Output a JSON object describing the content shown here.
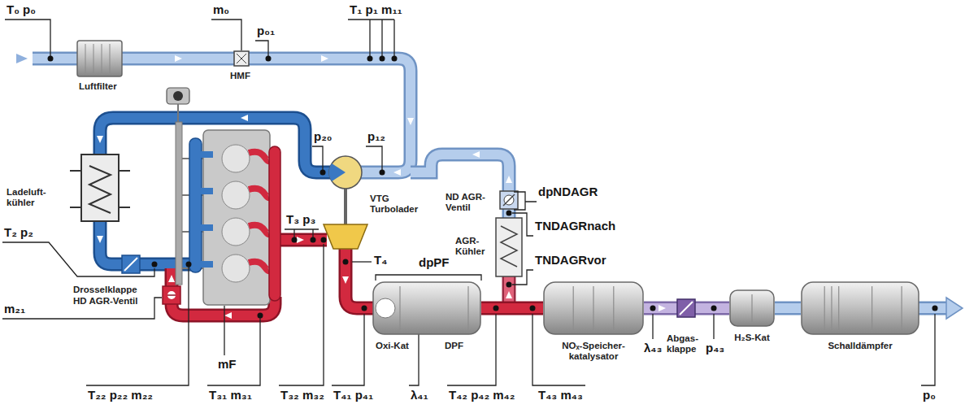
{
  "diagram": {
    "nodes": [
      {
        "text": [
          "Oxi-Kat",
          "DPF"
        ]
      },
      {
        "text": [
          "NOₓ-Speicher- katalysator"
        ]
      },
      {
        "text": [
          "H₂S-Kat"
        ]
      },
      {
        "text": [
          "Schalldämpfer"
        ]
      }
    ],
    "edges": [
      {
        "from": 0,
        "to": 1,
        "arrow": "none"
      },
      {
        "from": 1,
        "to": 2,
        "arrow": "none"
      },
      {
        "from": 2,
        "to": 3,
        "arrow": "none"
      }
    ],
    "labels": [
      "T₀ p₀",
      "m₀",
      "p₀₁",
      "T₁ p₁ m₁₁",
      "Luftfilter",
      "HMF",
      "p₂₀",
      "p₁₂",
      "Ladeluft- kühler",
      "T₂ p₂",
      "Drosselklappe",
      "HD AGR-Ventil",
      "m₂₁",
      "T₃ p₃",
      "VTG Turbolader",
      "T₄",
      "dpNDAGR",
      "ND AGR- Ventil",
      "TNDAGRnach",
      "AGR- Kühler",
      "TNDAGRvor",
      "dpPF",
      "mF",
      "Abgas- klappe",
      "λ₄₃",
      "p₄₃",
      "p₀",
      "T₂₂ p₂₂ m₂₂",
      "T₃₁ m₃₁",
      "T₃₂ m₃₂",
      "T₄₁ p₄₁",
      "λ₄₁",
      "T₄₂ p₄₂ m₄₂",
      "T₄₃ m₄₃"
    ]
  }
}
